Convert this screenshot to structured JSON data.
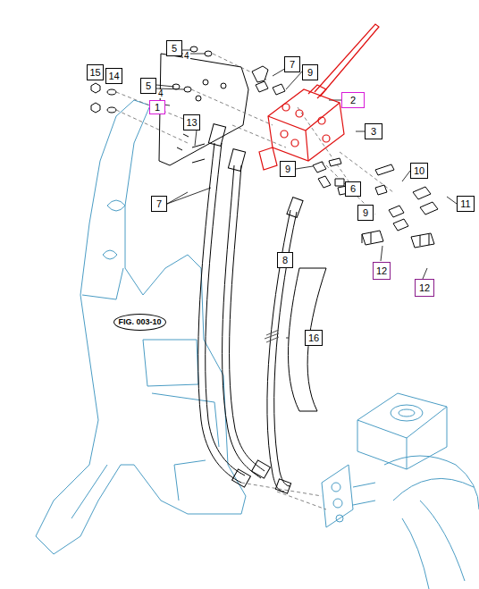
{
  "diagram": {
    "nodes": [
      {
        "text": [
          "5"
        ]
      },
      {
        "text": [
          "7"
        ]
      },
      {
        "text": [
          "9"
        ]
      },
      {
        "text": [
          "15"
        ]
      },
      {
        "text": [
          "14"
        ]
      },
      {
        "text": [
          "5"
        ]
      },
      {
        "text": [
          "1"
        ]
      },
      {
        "text": [
          "2"
        ]
      },
      {
        "text": [
          "13"
        ]
      },
      {
        "text": [
          "3"
        ]
      },
      {
        "text": [
          "9"
        ]
      },
      {
        "text": [
          "10"
        ]
      },
      {
        "text": [
          "6"
        ]
      },
      {
        "text": [
          "7"
        ]
      },
      {
        "text": [
          "9"
        ]
      },
      {
        "text": [
          "11"
        ]
      },
      {
        "text": [
          "8"
        ]
      },
      {
        "text": [
          "12"
        ]
      },
      {
        "text": [
          "12"
        ]
      },
      {
        "text": [
          "FIG. 003-10"
        ]
      },
      {
        "text": [
          "16"
        ]
      }
    ],
    "labels": [
      "4",
      "4"
    ]
  }
}
